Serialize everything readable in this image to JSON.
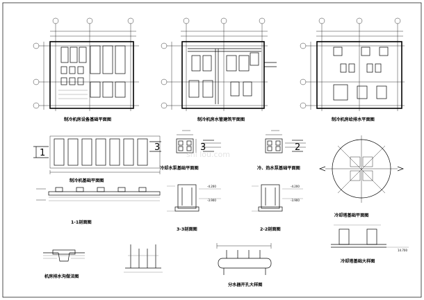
{
  "titles": {
    "plan_equipment": "制冷机房设备基础平面图",
    "plan_pipes": "制冷机房水管建筑平面图",
    "plan_water": "制冷机房给排水平面图",
    "chiller_base": "制冷机基础平面图",
    "cooling_pump_base": "冷却水泵基础平面图",
    "chilled_pump_base": "冷、热水泵基础平面图",
    "cooling_tower_base": "冷却塔基础平面图",
    "section_1": "1-1剖面图",
    "section_3": "3-3剖面图",
    "section_2": "2-2剖面图",
    "tower_detail": "冷却塔基础大样图",
    "sump_detail": "机房排水沟做法图",
    "header_detail": "分水器开孔大样图"
  },
  "section_marks": {
    "one": "1",
    "three": "3",
    "two": "2"
  },
  "elevations": {
    "a": "-4.200",
    "b": "-3.900",
    "c": "-4.200",
    "d": "-3.900",
    "e": "14.700"
  },
  "watermark": "shi lou.com"
}
